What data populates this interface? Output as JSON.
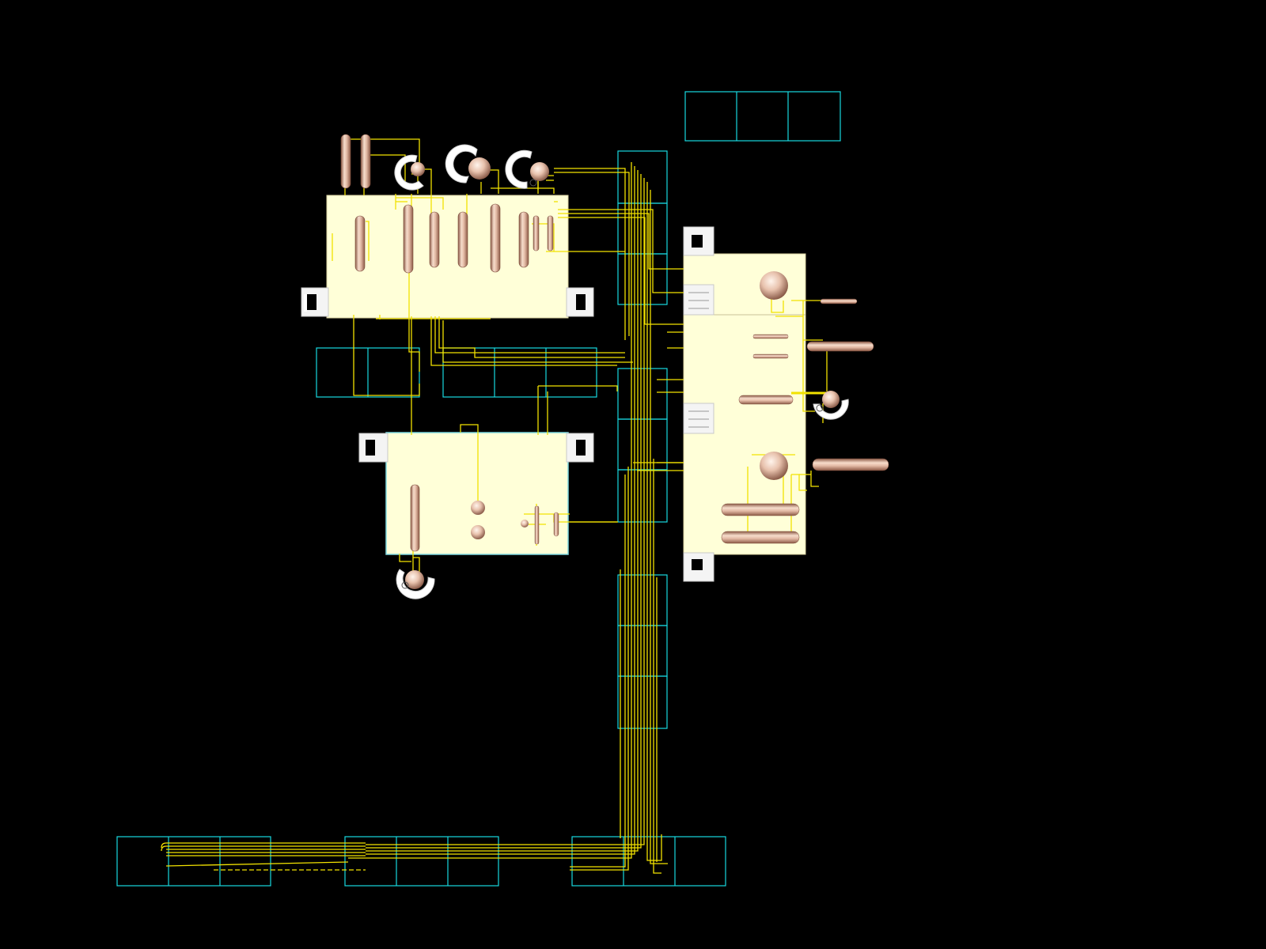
{
  "view": {
    "background": "#000000"
  },
  "colors": {
    "rack_outline": "#18d8e0",
    "pipe": "#f2e200",
    "pipe_dark": "#b8a400",
    "platform_fill": "#ffffd8",
    "platform_edge": "#d8d0a0",
    "vessel_light": "#f6dccb",
    "vessel_mid": "#d9aa92",
    "vessel_dark": "#8c5a46",
    "support_fill": "#f4f4f4",
    "support_shadow": "#c8c8c8"
  },
  "icons": {
    "platform": "process-area-platform",
    "rack": "pipe-rack-frame",
    "vertical_vessel": "vertical-column-vessel",
    "horizontal_vessel": "horizontal-drum-vessel",
    "sphere": "spherical-tank",
    "pump": "pump-with-housing",
    "support": "steel-support-frame"
  }
}
